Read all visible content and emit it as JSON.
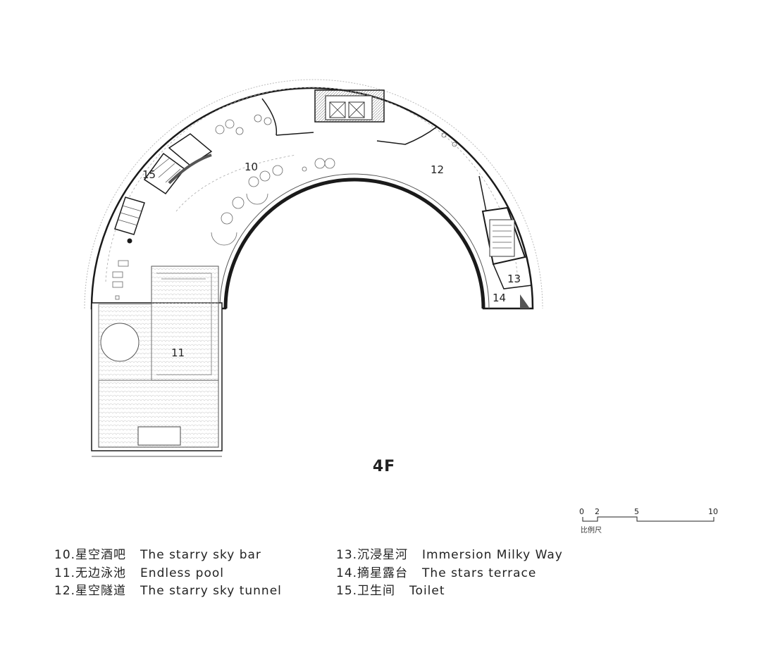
{
  "floor_label": "4F",
  "rooms": {
    "r10": "10",
    "r11": "11",
    "r12": "12",
    "r13": "13",
    "r14": "14",
    "r15": "15"
  },
  "scale_bar": {
    "ticks": [
      "0",
      "2",
      "5",
      "10"
    ],
    "label": "比例尺"
  },
  "legend": {
    "left": [
      {
        "num": "10.星空酒吧",
        "en": "The starry sky bar"
      },
      {
        "num": "11.无边泳池",
        "en": "Endless pool"
      },
      {
        "num": "12.星空隧道",
        "en": "The starry sky tunnel"
      }
    ],
    "right": [
      {
        "num": "13.沉浸星河",
        "en": "Immersion Milky Way"
      },
      {
        "num": "14.摘星露台",
        "en": "The stars terrace"
      },
      {
        "num": "15.卫生间",
        "en": "Toilet"
      }
    ]
  }
}
